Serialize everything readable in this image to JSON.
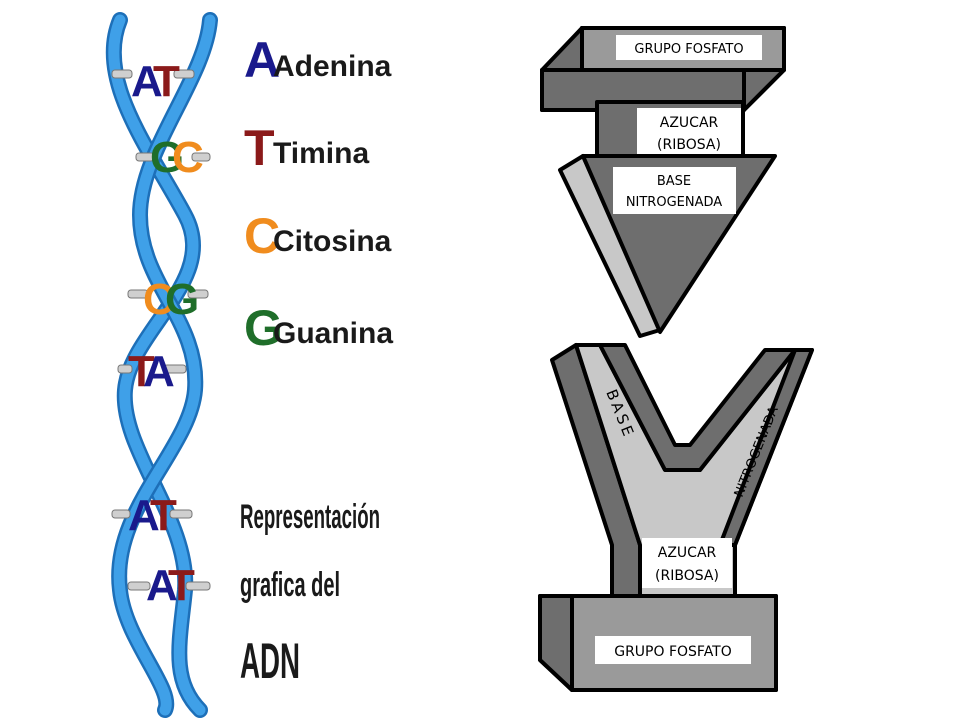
{
  "bases": [
    {
      "letter": "A",
      "name": "Adenina",
      "color": "#1a1a8c"
    },
    {
      "letter": "T",
      "name": "Timina",
      "color": "#8b1a1a"
    },
    {
      "letter": "C",
      "name": "Citosina",
      "color": "#f08c1e"
    },
    {
      "letter": "G",
      "name": "Guanina",
      "color": "#1f6e2a"
    }
  ],
  "pairs": [
    {
      "left": "A",
      "right": "T"
    },
    {
      "left": "G",
      "right": "C"
    },
    {
      "left": "C",
      "right": "G"
    },
    {
      "left": "T",
      "right": "A"
    },
    {
      "left": "A",
      "right": "T"
    },
    {
      "left": "A",
      "right": "T"
    }
  ],
  "caption": {
    "line1": "Representación",
    "line2": "grafica del",
    "line3": "ADN"
  },
  "nucleotide_top": {
    "phosphate": "GRUPO FOSFATO",
    "sugar_line1": "AZUCAR",
    "sugar_line2": "(RIBOSA)",
    "base_line1": "BASE",
    "base_line2": "NITROGENADA"
  },
  "nucleotide_bottom": {
    "phosphate": "GRUPO FOSFATO",
    "sugar_line1": "AZUCAR",
    "sugar_line2": "(RIBOSA)",
    "base_left": "BASE",
    "base_right": "NITROGENADA"
  },
  "colors": {
    "helix": "#3fa0e8",
    "helix_edge": "#1d6fb8",
    "dark_gray": "#6e6e6e",
    "light_gray": "#c8c8c8"
  }
}
